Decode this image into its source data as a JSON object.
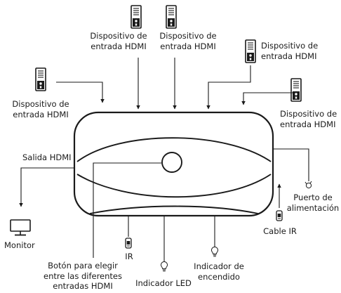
{
  "labels": {
    "hdmi_in_1": [
      "Dispositivo de",
      "entrada HDMI"
    ],
    "hdmi_in_2": [
      "Dispositivo de",
      "entrada HDMI"
    ],
    "hdmi_in_3": [
      "Dispositivo de",
      "entrada HDMI"
    ],
    "hdmi_in_4": [
      "Dispositivo de",
      "entrada HDMI"
    ],
    "hdmi_in_5": [
      "Dispositivo de",
      "entrada HDMI"
    ],
    "hdmi_out": "Salida HDMI",
    "monitor": "Monitor",
    "power_port": [
      "Puerto de",
      "alimentación"
    ],
    "ir_cable": "Cable IR",
    "ir": "IR",
    "power_indicator": [
      "Indicador de",
      "encendido"
    ],
    "led_indicator": "Indicador LED",
    "select_button": [
      "Botón para elegir",
      "entre las diferentes",
      "entradas HDMI"
    ]
  },
  "icons": {
    "hdmi_source": "tower-device-icon",
    "monitor": "monitor-icon",
    "ir_receiver": "ir-receiver-icon",
    "led": "lightbulb-icon",
    "power_plug": "plug-icon",
    "switch_button": "round-button"
  }
}
